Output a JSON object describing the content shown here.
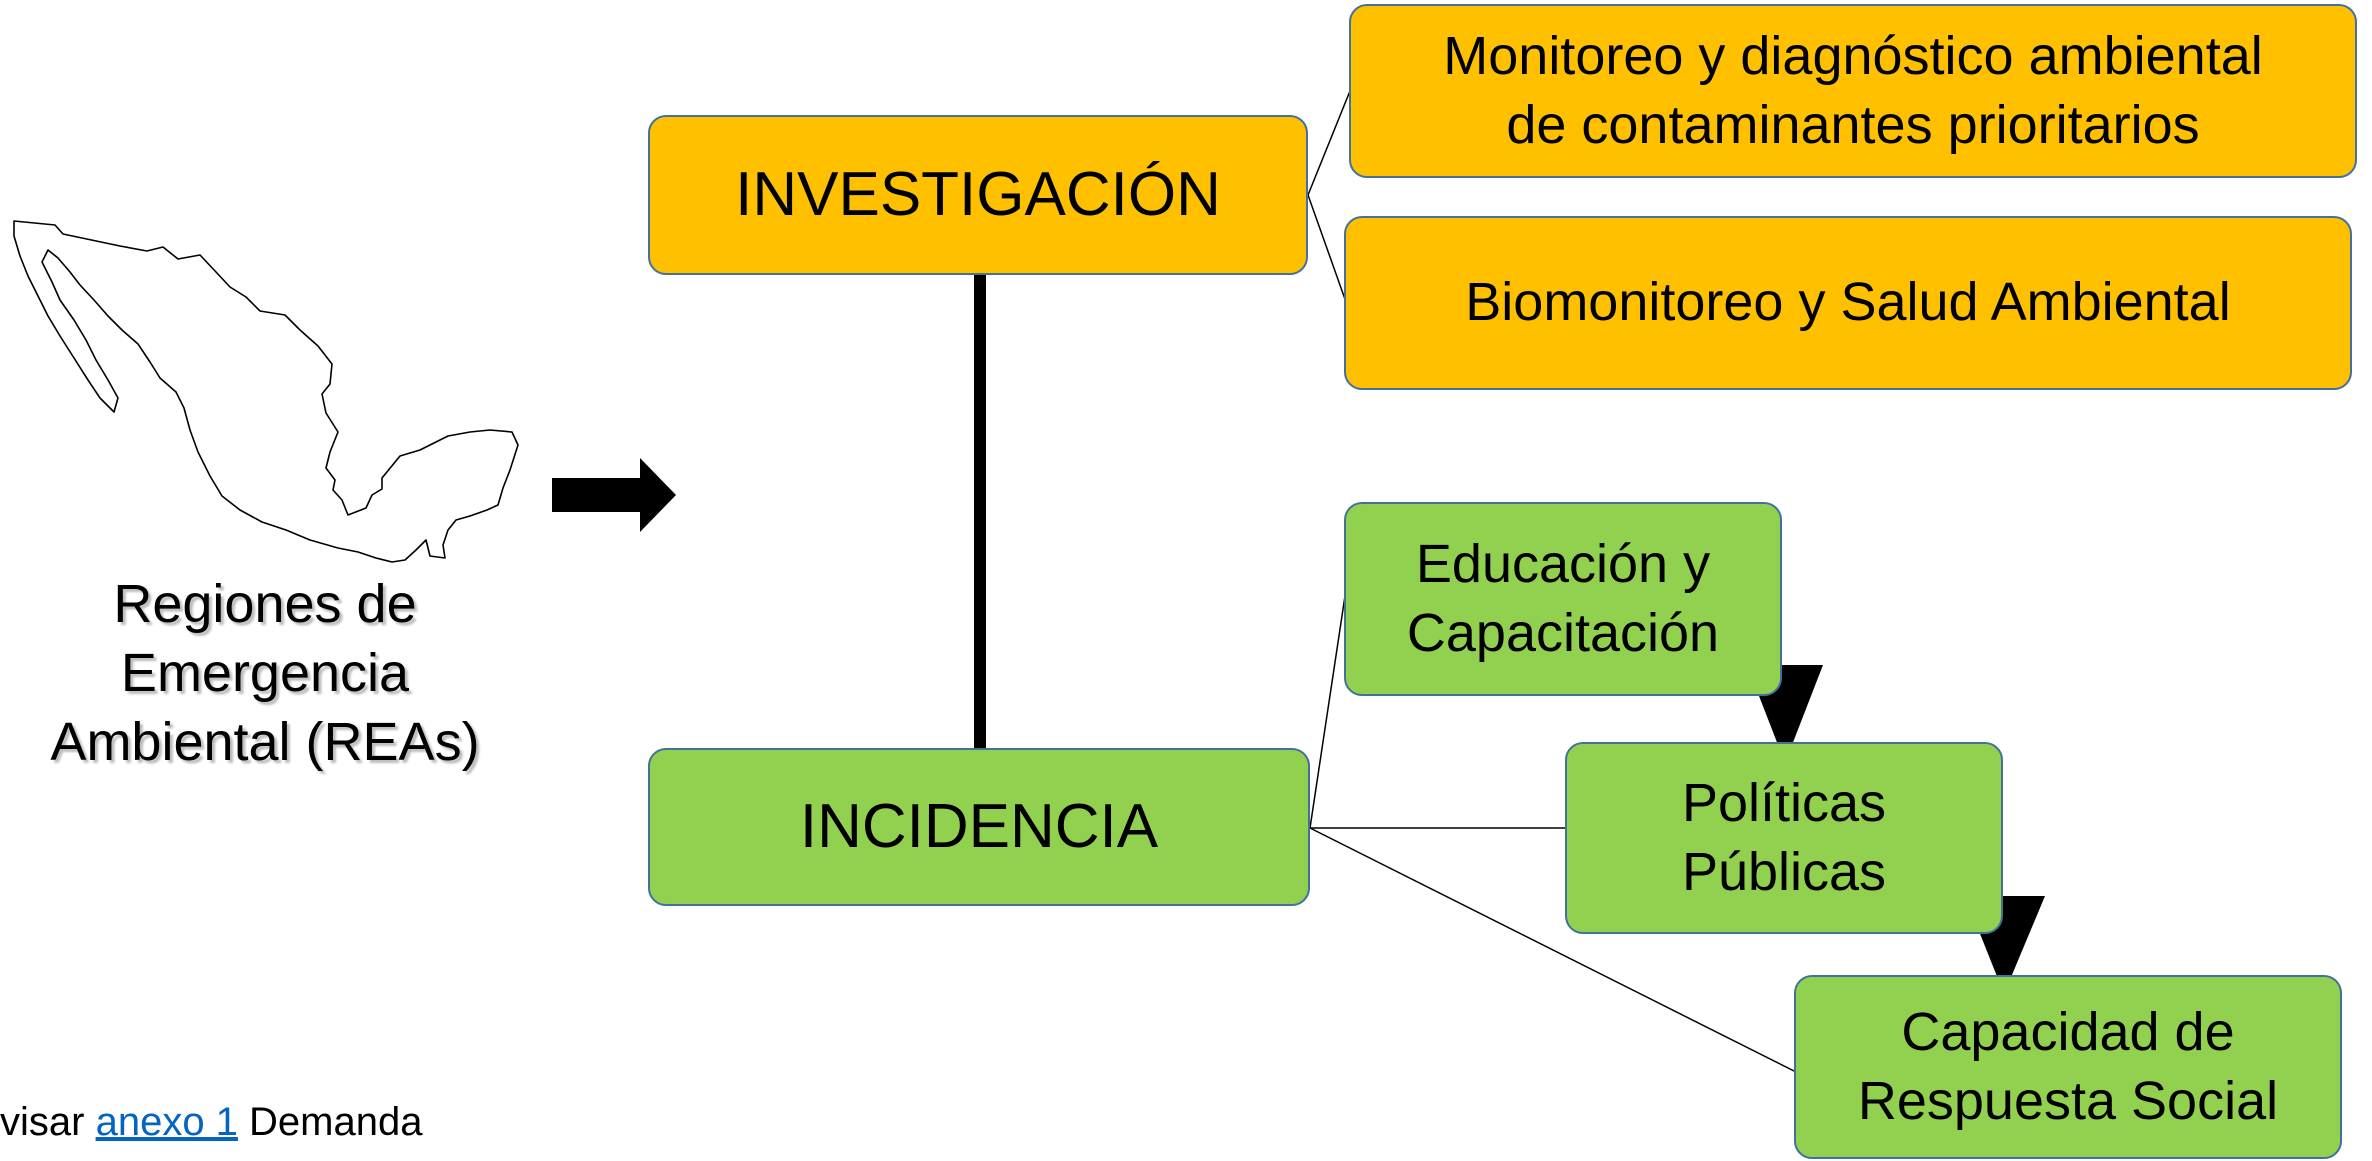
{
  "map": {
    "icon": "mexico-map-outline-icon",
    "label_lines": [
      "Regiones de",
      "Emergencia",
      "Ambiental (REAs)"
    ]
  },
  "arrow_icon": "right-arrow-icon",
  "investigacion": {
    "label": "INVESTIGACIÓN",
    "items": [
      {
        "lines": [
          "Monitoreo y diagnóstico ambiental",
          "de contaminantes prioritarios"
        ]
      },
      {
        "lines": [
          "Biomonitoreo y Salud Ambiental"
        ]
      }
    ]
  },
  "incidencia": {
    "label": "INCIDENCIA",
    "items": [
      {
        "lines": [
          "Educación y",
          "Capacitación"
        ]
      },
      {
        "lines": [
          "Políticas",
          "Públicas"
        ]
      },
      {
        "lines": [
          "Capacidad de",
          "Respuesta Social"
        ]
      }
    ]
  },
  "note": {
    "prefix": "visar ",
    "link": "anexo 1",
    "suffix": " Demanda"
  },
  "colors": {
    "investigacion": "#ffc000",
    "incidencia": "#92d050",
    "border": "#41719c",
    "link": "#0563c1"
  }
}
